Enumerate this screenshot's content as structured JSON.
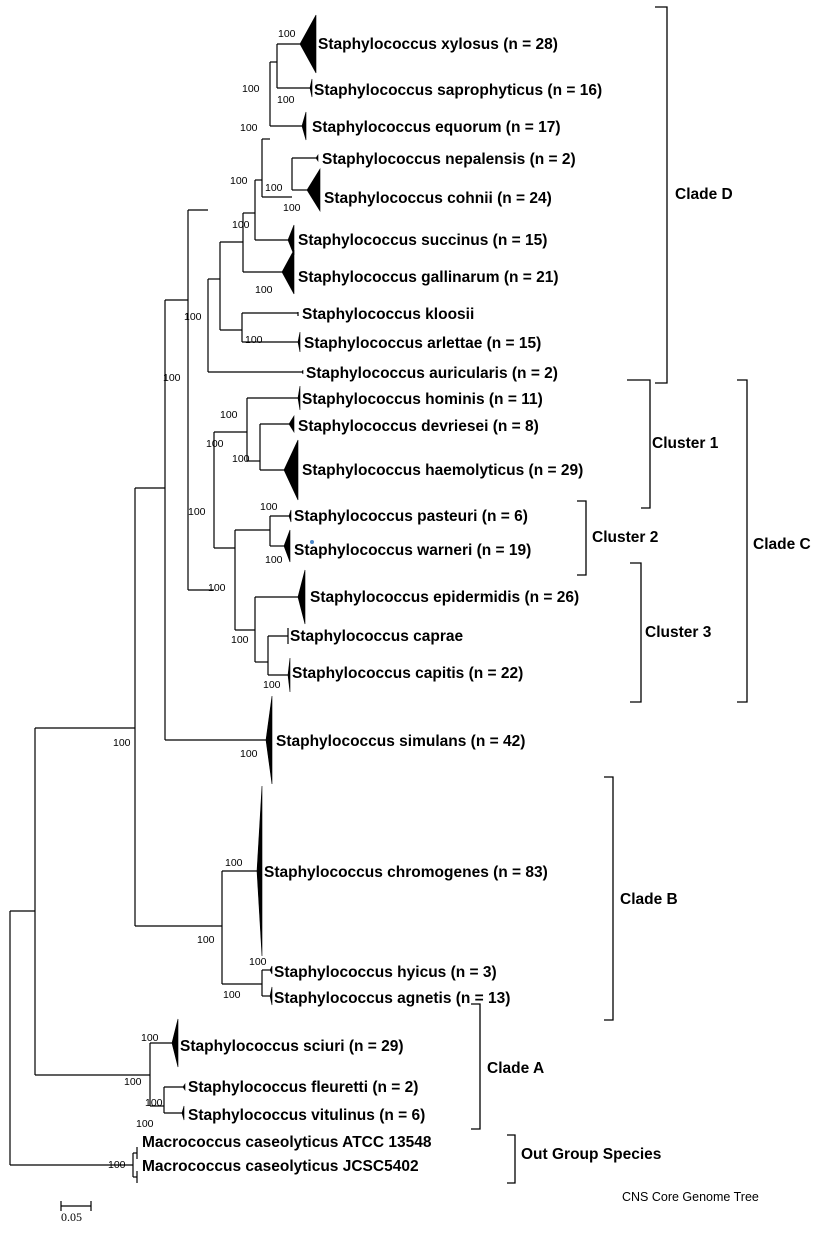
{
  "tree": {
    "caption": "CNS Core Genome Tree",
    "scale_bar": {
      "label": "0.05",
      "length": 0.05
    },
    "taxa": [
      "Staphylococcus xylosus (n = 28)",
      "Staphylococcus saprophyticus (n = 16)",
      "Staphylococcus equorum (n = 17)",
      "Staphylococcus nepalensis (n = 2)",
      "Staphylococcus cohnii (n = 24)",
      "Staphylococcus succinus (n = 15)",
      "Staphylococcus gallinarum (n = 21)",
      "Staphylococcus  kloosii",
      "Staphylococcus arlettae (n = 15)",
      "Staphylococcus auricularis (n = 2)",
      "Staphylococcus hominis (n = 11)",
      "Staphylococcus devriesei (n = 8)",
      "Staphylococcus haemolyticus (n = 29)",
      "Staphylococcus pasteuri (n = 6)",
      "Staphylococcus warneri (n = 19)",
      "Staphylococcus epidermidis (n = 26)",
      "Staphylococcus  caprae",
      "Staphylococcus capitis (n = 22)",
      "Staphylococcus simulans (n = 42)",
      "Staphylococcus chromogenes (n = 83)",
      "Staphylococcus hyicus (n = 3)",
      "Staphylococcus agnetis (n = 13)",
      "Staphylococcus sciuri (n = 29)",
      "Staphylococcus fleuretti (n = 2)",
      "Staphylococcus vitulinus (n = 6)",
      "Macrococcus  caseolyticus ATCC  13548",
      "Macrococcus  caseolyticus  JCSC5402"
    ],
    "bootstrap_label": "100",
    "groups": [
      {
        "label": "Clade D"
      },
      {
        "label": "Cluster 1"
      },
      {
        "label": "Cluster 2"
      },
      {
        "label": "Cluster 3"
      },
      {
        "label": "Clade C"
      },
      {
        "label": "Clade B"
      },
      {
        "label": "Clade A"
      },
      {
        "label": "Out Group Species"
      }
    ]
  }
}
